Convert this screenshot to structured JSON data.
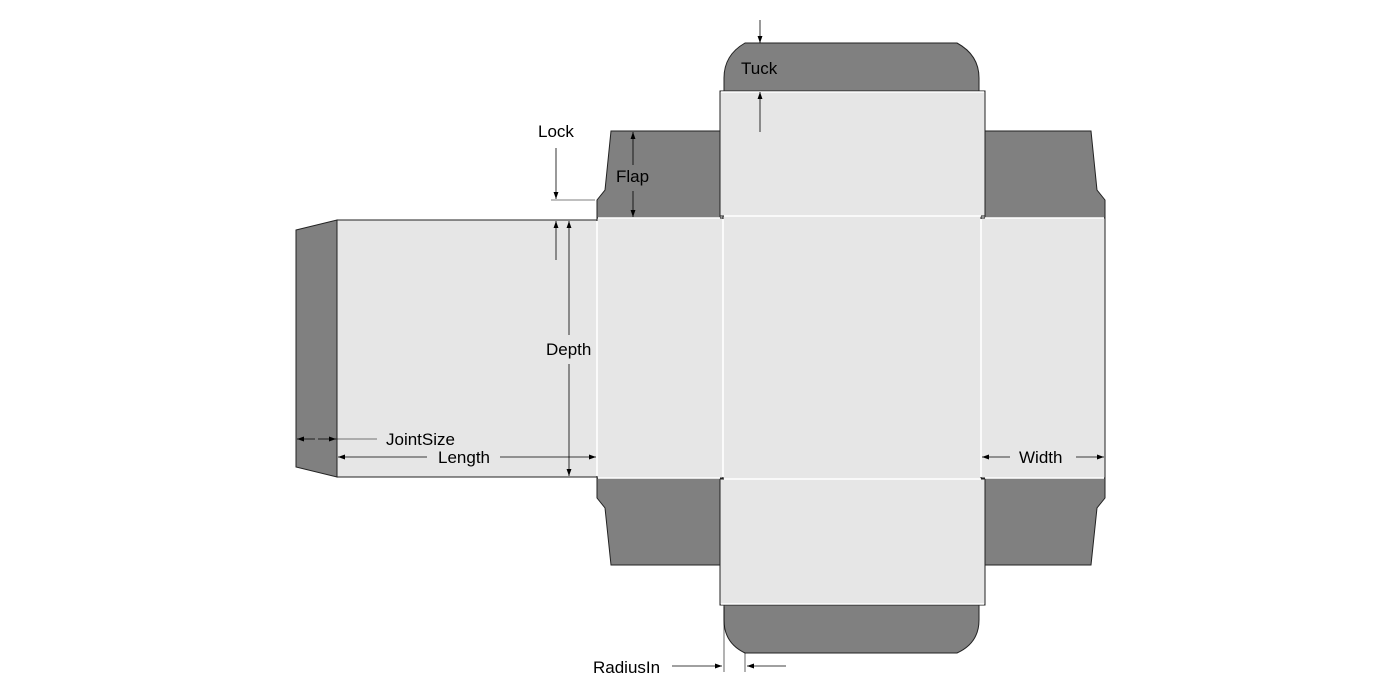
{
  "labels": {
    "tuck": "Tuck",
    "lock": "Lock",
    "flap": "Flap",
    "depth": "Depth",
    "joint_size": "JointSize",
    "length": "Length",
    "width": "Width",
    "radius_in": "RadiusIn"
  },
  "colors": {
    "panel": "#e6e6e6",
    "flap": "#808080",
    "outline": "#222222",
    "fold_line": "#ffffff",
    "background": "#ffffff"
  }
}
